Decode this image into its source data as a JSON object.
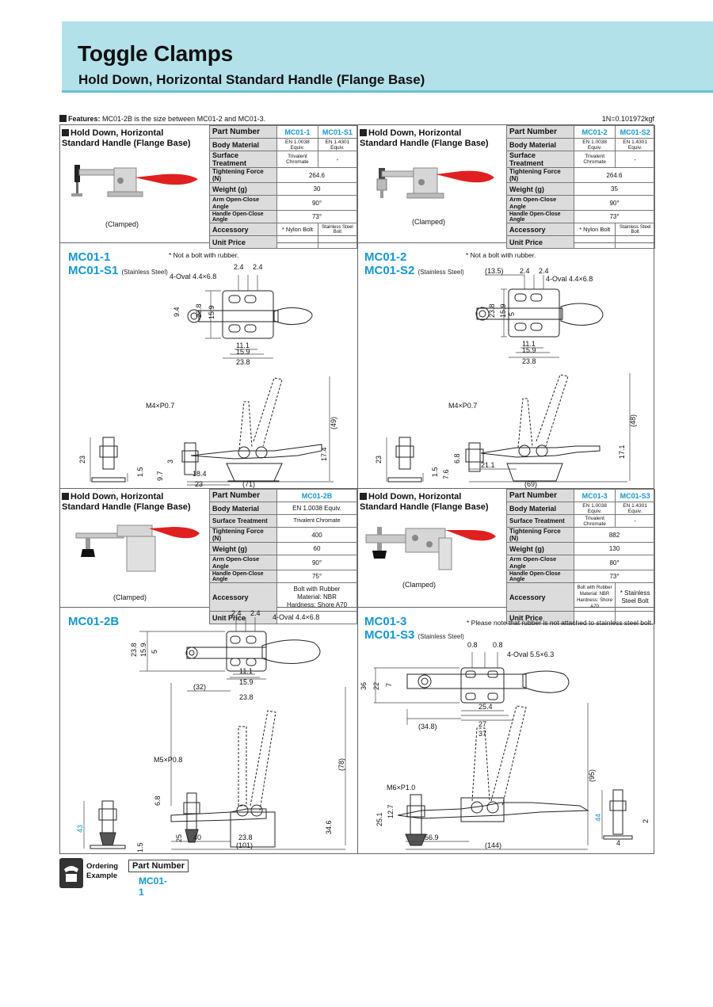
{
  "header": {
    "title": "Toggle Clamps",
    "subtitle": "Hold Down, Horizontal Standard Handle (Flange Base)"
  },
  "features": {
    "label": "Features:",
    "text": "MC01-2B is the size between MC01-2 and MC01-3.",
    "unit_note": "1N=0.101972kgf"
  },
  "common": {
    "panel_title": "Hold Down, Horizontal Standard Handle (Flange Base)",
    "clamped": "(Clamped)",
    "rows": {
      "part_number": "Part Number",
      "body_material": "Body Material",
      "surface_treatment": "Surface Treatment",
      "tightening_force": "Tightening Force (N)",
      "weight": "Weight (g)",
      "arm_angle": "Arm Open-Close Angle",
      "handle_angle": "Handle Open-Close Angle",
      "accessory": "Accessory",
      "unit_price": "Unit Price"
    }
  },
  "spec_tables": {
    "mc01_1": {
      "models": [
        "MC01-1",
        "MC01-S1"
      ],
      "body": [
        "EN 1.0038 Equiv.",
        "EN 1.4301 Equiv."
      ],
      "surface": [
        "Trivalent Chromate",
        "-"
      ],
      "force": "264.6",
      "weight": "30",
      "arm": "90°",
      "handle": "73°",
      "accessory": [
        "* Nylon Bolt",
        "Stainless Steel Bolt"
      ]
    },
    "mc01_2": {
      "models": [
        "MC01-2",
        "MC01-S2"
      ],
      "body": [
        "EN 1.0038 Equiv.",
        "EN 1.4301 Equiv."
      ],
      "surface": [
        "Trivalent Chromate",
        "-"
      ],
      "force": "264.6",
      "weight": "35",
      "arm": "90°",
      "handle": "73°",
      "accessory": [
        "* Nylon Bolt",
        "Stainless Steel Bolt"
      ]
    },
    "mc01_2b": {
      "models": [
        "MC01-2B"
      ],
      "body": "EN 1.0038 Equiv.",
      "surface": "Trivalent Chromate",
      "force": "400",
      "weight": "60",
      "arm": "90°",
      "handle": "75°",
      "accessory": [
        "Bolt with Rubber",
        "Material: NBR",
        "Hardness: Shore A70"
      ]
    },
    "mc01_3": {
      "models": [
        "MC01-3",
        "MC01-S3"
      ],
      "body": [
        "EN 1.0038 Equiv.",
        "EN 1.4301 Equiv."
      ],
      "surface": [
        "Trivalent Chromate",
        "-"
      ],
      "force": "882",
      "weight": "130",
      "arm": "80°",
      "handle": "73°",
      "accessory": [
        "Bolt with Rubber",
        "Material: NBR",
        "Hardness: Shore A70",
        "* Stainless",
        "Steel Bolt"
      ]
    }
  },
  "drawings": {
    "stainless": "(Stainless Steel)",
    "d1": {
      "models": [
        "MC01-1",
        "MC01-S1"
      ],
      "note": "* Not a bolt with rubber.",
      "oval": "4-Oval 4.4×6.8",
      "thread": "M4×P0.7",
      "dims": [
        "2.4",
        "2.4",
        "23.8",
        "15.9",
        "9.4",
        "11.1",
        "15.9",
        "23.8",
        "(49)",
        "23",
        "9.7",
        "3",
        "1.5",
        "18.4",
        "23",
        "17.4",
        "(71)"
      ]
    },
    "d2": {
      "models": [
        "MC01-2",
        "MC01-S2"
      ],
      "note": "* Not a bolt with rubber.",
      "oval": "4-Oval 4.4×6.8",
      "thread": "M4×P0.7",
      "dims": [
        "(13.5)",
        "2.4",
        "2.4",
        "23.8",
        "15.9",
        "5",
        "11.1",
        "15.9",
        "23.8",
        "(48)",
        "23",
        "7.6",
        "6.8",
        "1.5",
        "21.1",
        "17.1",
        "(69)"
      ]
    },
    "d3": {
      "models": [
        "MC01-2B"
      ],
      "oval": "4-Oval 4.4×6.8",
      "thread": "M5×P0.8",
      "dims": [
        "2.4",
        "2.4",
        "23.8",
        "15.9",
        "5",
        "(32)",
        "11.1",
        "15.9",
        "23.8",
        "(78)",
        "6.8",
        "43",
        "25",
        "1.5",
        "40",
        "23.8",
        "34.6",
        "(101)"
      ]
    },
    "d4": {
      "models": [
        "MC01-3",
        "MC01-S3"
      ],
      "note": "* Please note that rubber is not attached to stainless steel bolt.",
      "oval": "4-Oval 5.5×6.3",
      "thread": "M6×P1.0",
      "dims": [
        "0.8",
        "0.8",
        "36",
        "22",
        "7",
        "(34.8)",
        "25.4",
        "27",
        "37",
        "(95)",
        "12.7",
        "25.1",
        "56.9",
        "(144)",
        "44",
        "2",
        "4"
      ]
    }
  },
  "ordering": {
    "label": "Ordering Example",
    "part_number_label": "Part Number",
    "part_number_value": "MC01-1"
  },
  "colors": {
    "header_bg": "#b3e1ea",
    "accent_blue": "#1598d2",
    "handle_red": "#e02020"
  }
}
